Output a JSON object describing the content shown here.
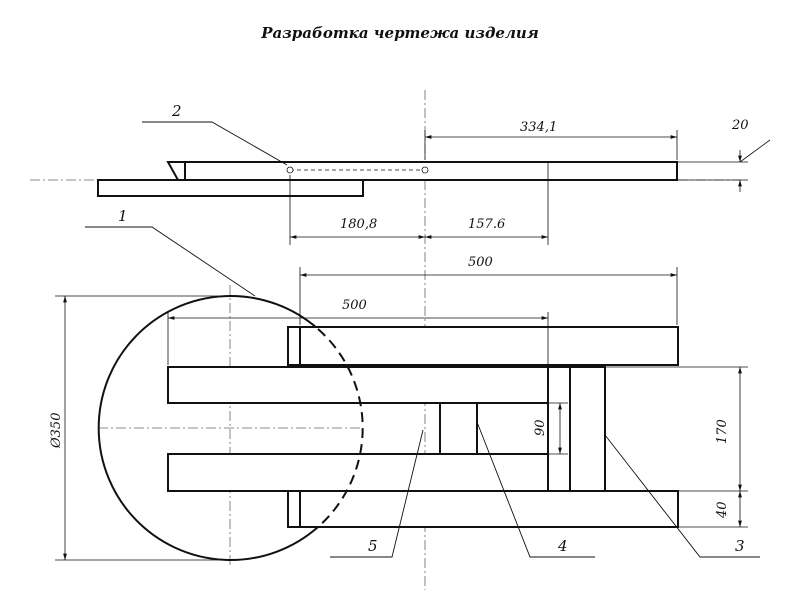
{
  "title": "Разработка чертежа изделия",
  "dimensions": {
    "d_334_1": "334,1",
    "d_20": "20",
    "d_180_8": "180,8",
    "d_157_6": "157.6",
    "d_500_top": "500",
    "d_500_inner": "500",
    "d_diameter": "Ø350",
    "d_90": "90",
    "d_170": "170",
    "d_40": "40"
  },
  "part_labels": {
    "p1": "1",
    "p2": "2",
    "p3": "3",
    "p4": "4",
    "p5": "5"
  }
}
